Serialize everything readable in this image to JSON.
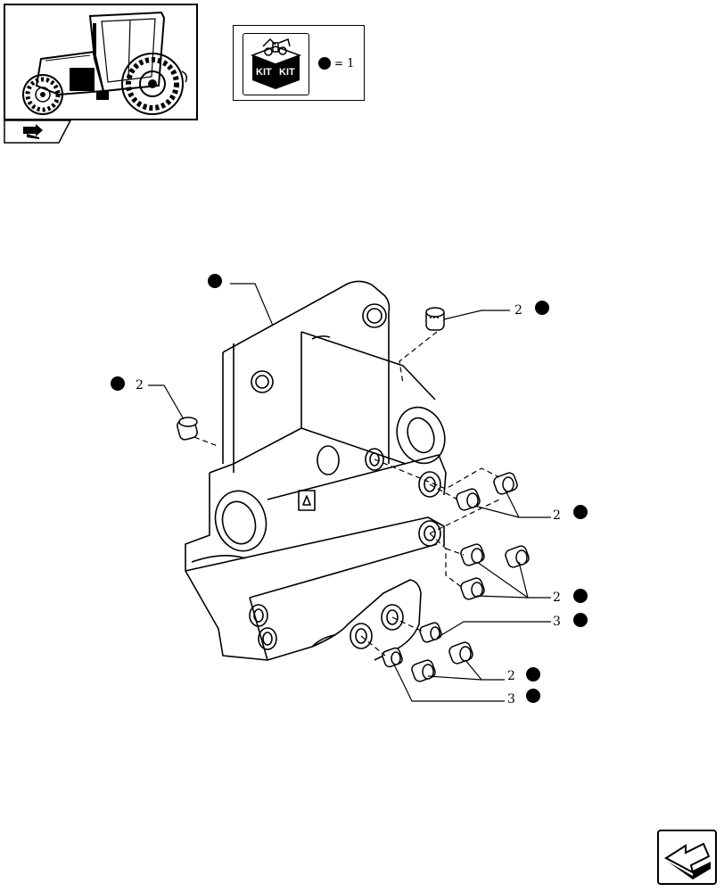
{
  "kit_legend": {
    "equals": "=",
    "quantity": "1",
    "kit_label": "KIT"
  },
  "callouts": [
    {
      "id": "c1",
      "label": ""
    },
    {
      "id": "c2",
      "label": "2"
    },
    {
      "id": "c3",
      "label": "2"
    },
    {
      "id": "c4",
      "label": "2"
    },
    {
      "id": "c5",
      "label": "2"
    },
    {
      "id": "c6",
      "label": "3"
    },
    {
      "id": "c7",
      "label": "2"
    },
    {
      "id": "c8",
      "label": "3"
    }
  ],
  "icons": {
    "thumbnail": "tractor-icon",
    "kit": "kit-box-icon",
    "nav": "next-page-arrow-icon",
    "section": "section-arrow-icon"
  },
  "colors": {
    "ink": "#000000",
    "paper": "#ffffff"
  }
}
